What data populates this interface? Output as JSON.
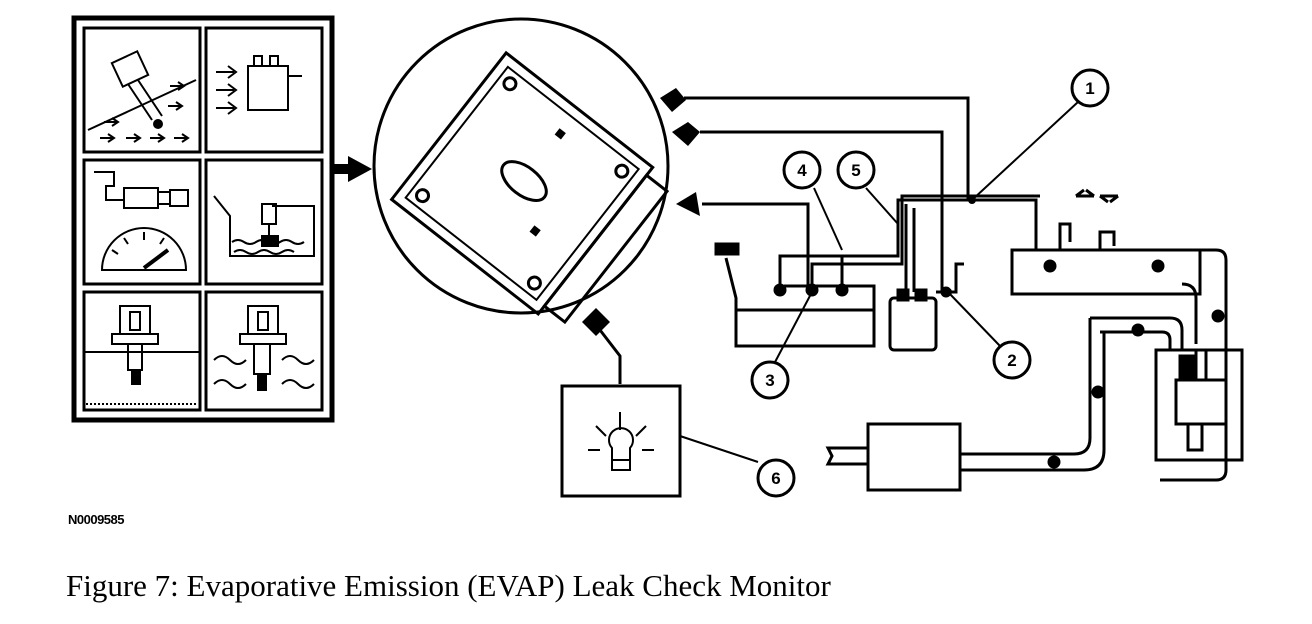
{
  "figure": {
    "code": "N0009585",
    "caption": "Figure 7: Evaporative Emission (EVAP) Leak Check Monitor"
  },
  "callouts": [
    {
      "id": "1",
      "label": "1"
    },
    {
      "id": "2",
      "label": "2"
    },
    {
      "id": "3",
      "label": "3"
    },
    {
      "id": "4",
      "label": "4"
    },
    {
      "id": "5",
      "label": "5"
    },
    {
      "id": "6",
      "label": "6"
    }
  ],
  "sensor_panel": {
    "icons": [
      "mass-air-flow-sensor-icon",
      "ignition-coil-icon",
      "vehicle-speed-sensor-icon",
      "fuel-tank-level-sensor-icon",
      "temperature-sender-icon",
      "coolant-sensor-icon"
    ]
  }
}
